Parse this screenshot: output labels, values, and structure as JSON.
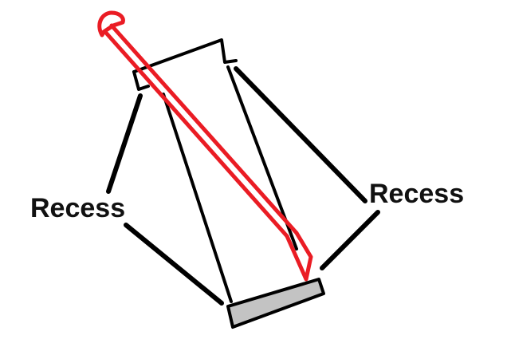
{
  "labels": {
    "left": "Recess",
    "right": "Recess"
  },
  "colors": {
    "outline": "#000000",
    "rod": "#ea1c24",
    "foot": "#c3c3c3",
    "leader": "#000000",
    "text": "#111111",
    "background": "#ffffff"
  },
  "icons": {
    "rod": "red-rod-with-rounded-head",
    "body": "tapered-block-outline",
    "foot": "gray-base-plate"
  }
}
